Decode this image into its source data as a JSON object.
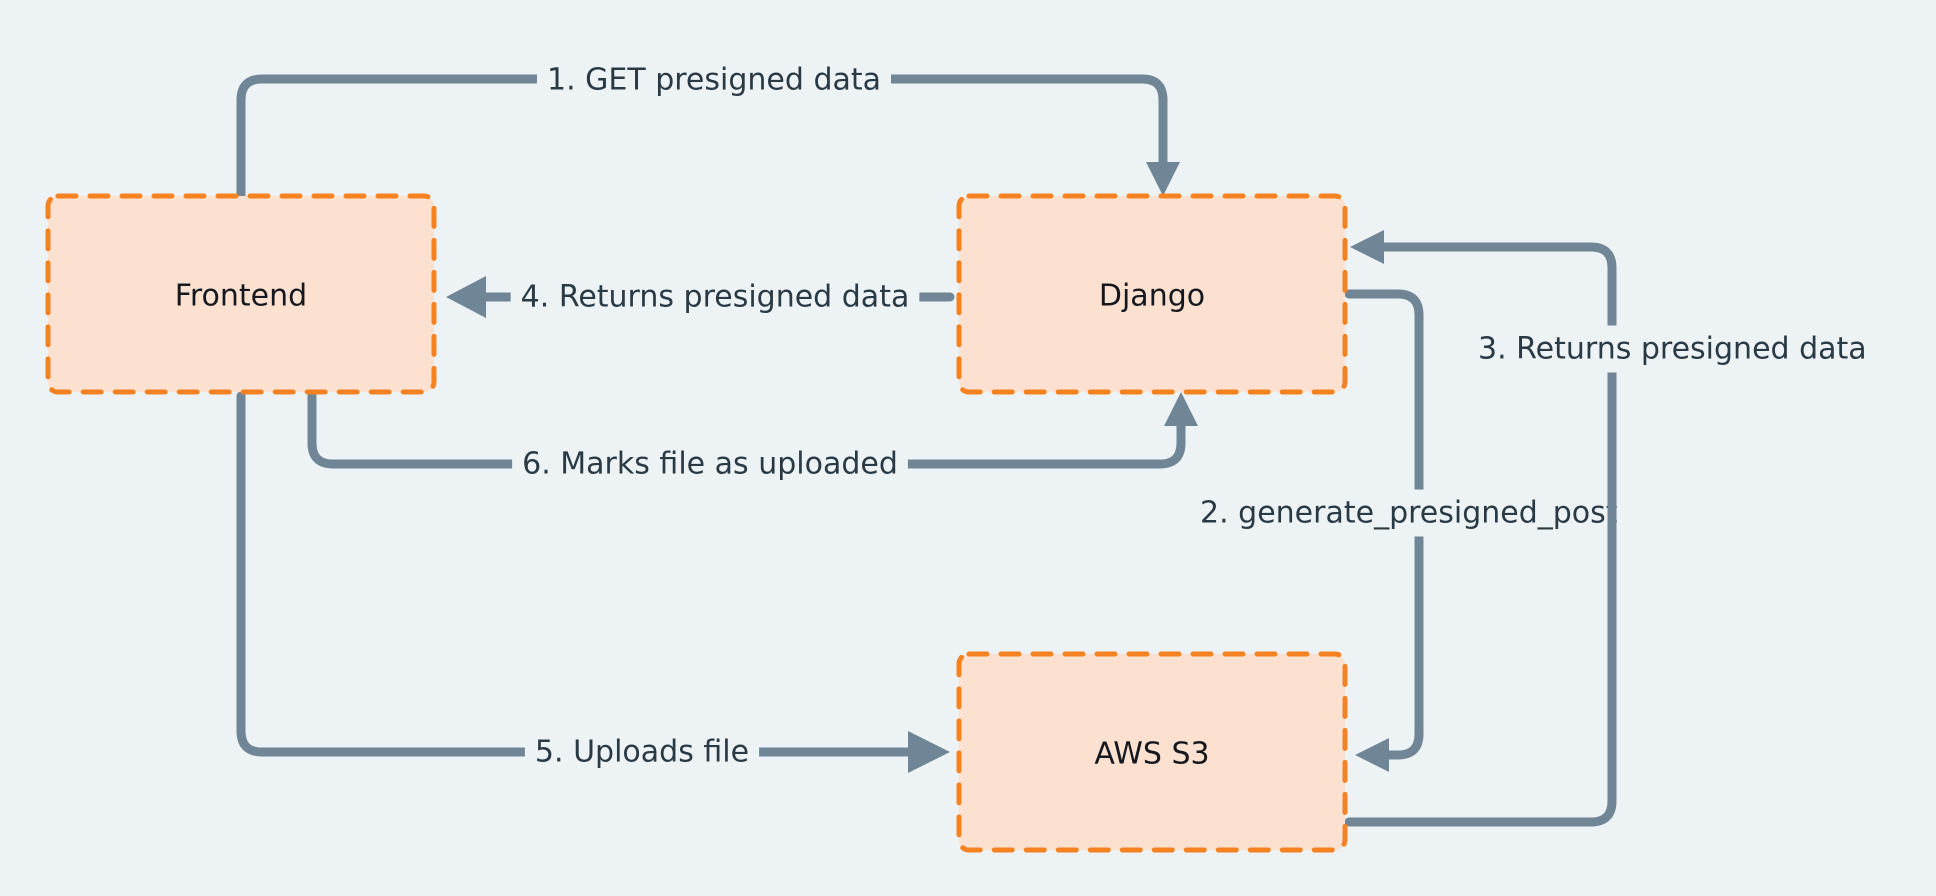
{
  "diagram": {
    "title": "Presigned upload flow",
    "background_color": "#edf2f5",
    "node_fill_color": "#fce1d0",
    "node_border_color": "#f58220",
    "edge_color": "#708696",
    "edge_label_color": "#2a3a45",
    "node_label_color": "#15191f",
    "nodes": [
      {
        "id": "frontend",
        "label": "Frontend"
      },
      {
        "id": "django",
        "label": "Django"
      },
      {
        "id": "s3",
        "label": "AWS S3"
      }
    ],
    "edges": [
      {
        "id": "e1",
        "step": "1",
        "label": "1. GET presigned data",
        "from": "frontend",
        "to": "django"
      },
      {
        "id": "e2",
        "step": "2",
        "label": "2. generate_presigned_post",
        "from": "django",
        "to": "s3"
      },
      {
        "id": "e3",
        "step": "3",
        "label": "3. Returns presigned data",
        "from": "s3",
        "to": "django"
      },
      {
        "id": "e4",
        "step": "4",
        "label": "4. Returns presigned data",
        "from": "django",
        "to": "frontend"
      },
      {
        "id": "e5",
        "step": "5",
        "label": "5. Uploads file",
        "from": "frontend",
        "to": "s3"
      },
      {
        "id": "e6",
        "step": "6",
        "label": "6. Marks file as  uploaded",
        "from": "frontend",
        "to": "django"
      }
    ]
  }
}
